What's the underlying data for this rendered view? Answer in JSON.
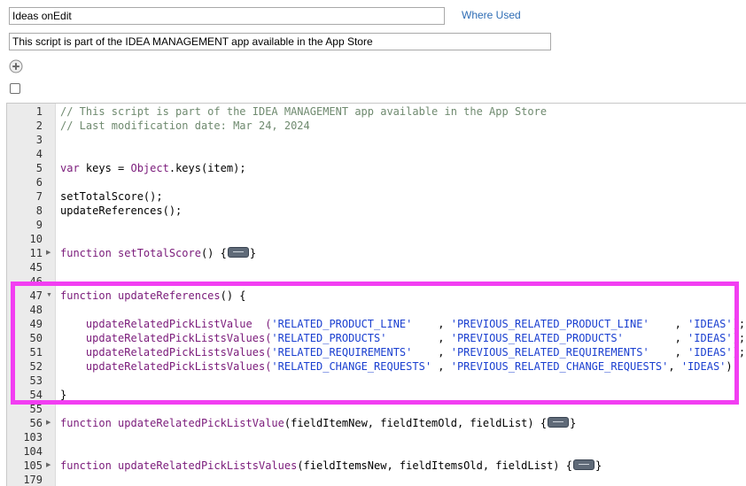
{
  "script_name": "Ideas onEdit",
  "where_used_label": "Where Used",
  "description": "This script is part of the IDEA MANAGEMENT app available in the App Store",
  "icons": {
    "add": "plus-circle-icon",
    "fold_open": "fold-open-icon",
    "fold_closed": "fold-closed-icon",
    "folded_code": "folded-code-icon"
  },
  "colors": {
    "highlight": "#f23ef2",
    "link": "#2f6db5",
    "comment": "#6f8a6f",
    "keyword": "#7a1a7a",
    "string": "#1a3fd0"
  },
  "editor": {
    "line_numbers": [
      "1",
      "2",
      "3",
      "4",
      "5",
      "6",
      "7",
      "8",
      "9",
      "10",
      "11",
      "45",
      "46",
      "47",
      "48",
      "49",
      "50",
      "51",
      "52",
      "53",
      "54",
      "55",
      "56",
      "103",
      "104",
      "105",
      "179"
    ],
    "lines": {
      "l1": "// This script is part of the IDEA MANAGEMENT app available in the App Store",
      "l2": "// Last modification date: Mar 24, 2024",
      "l5_kw": "var",
      "l5_a": " keys = ",
      "l5_fn": "Object",
      "l5_b": ".keys(item);",
      "l7": "setTotalScore();",
      "l8": "updateReferences();",
      "l11_kw": "function",
      "l11_fn": " setTotalScore",
      "l11_b": "() {",
      "l11_c": "}",
      "l47_kw": "function",
      "l47_fn": " updateReferences",
      "l47_b": "() {",
      "l49_fn": "    updateRelatedPickListValue  (",
      "l49_s1": "'RELATED_PRODUCT_LINE'",
      "l49_p1": "    , ",
      "l49_s2": "'PREVIOUS_RELATED_PRODUCT_LINE'",
      "l49_p2": "    , ",
      "l49_s3": "'IDEAS'",
      "l49_e": ");",
      "l50_fn": "    updateRelatedPickListsValues(",
      "l50_s1": "'RELATED_PRODUCTS'",
      "l50_p1": "        , ",
      "l50_s2": "'PREVIOUS_RELATED_PRODUCTS'",
      "l50_p2": "        , ",
      "l50_s3": "'IDEAS'",
      "l50_e": ");",
      "l51_fn": "    updateRelatedPickListsValues(",
      "l51_s1": "'RELATED_REQUIREMENTS'",
      "l51_p1": "    , ",
      "l51_s2": "'PREVIOUS_RELATED_REQUIREMENTS'",
      "l51_p2": "    , ",
      "l51_s3": "'IDEAS'",
      "l51_e": ");",
      "l52_fn": "    updateRelatedPickListsValues(",
      "l52_s1": "'RELATED_CHANGE_REQUESTS'",
      "l52_p1": " , ",
      "l52_s2": "'PREVIOUS_RELATED_CHANGE_REQUESTS'",
      "l52_p2": ", ",
      "l52_s3": "'IDEAS'",
      "l52_e": ");",
      "l54": "}",
      "l56_kw": "function",
      "l56_fn": " updateRelatedPickListValue",
      "l56_b": "(fieldItemNew, fieldItemOld, fieldList) {",
      "l56_c": "}",
      "l105_kw": "function",
      "l105_fn": " updateRelatedPickListsValues",
      "l105_b": "(fieldItemsNew, fieldItemsOld, fieldList) {",
      "l105_c": "}"
    }
  }
}
